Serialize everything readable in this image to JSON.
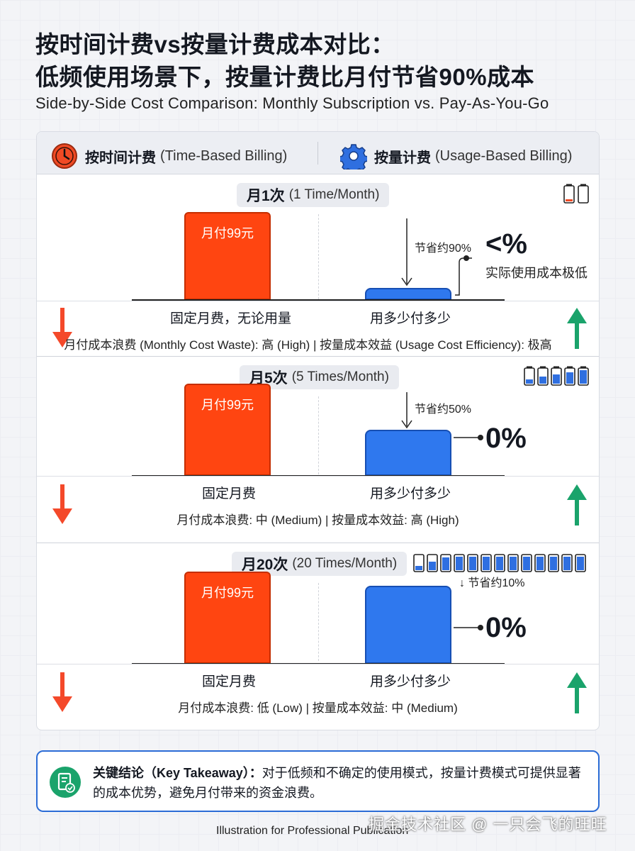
{
  "title_line1": "按时间计费vs按量计费成本对比：",
  "title_line2": "低频使用场景下，按量计费比月付节省90%成本",
  "subtitle": "Side-by-Side Cost Comparison: Monthly Subscription vs. Pay-As-You-Go",
  "header": {
    "time_based_cn": "按时间计费",
    "time_based_en": "(Time-Based Billing)",
    "usage_based_cn": "按量计费",
    "usage_based_en": "(Usage-Based Billing)",
    "time_icon": "clock-icon",
    "usage_icon": "gear-icon"
  },
  "sections": [
    {
      "freq_cn": "月1次",
      "freq_en": "(1 Time/Month)",
      "bar_label": "月付99元",
      "left_label": "固定月费，无论用量",
      "right_label": "用多少付多少",
      "saving_note": "节省约90%",
      "big_text": "<%",
      "extra_note": "实际使用成本极低",
      "summary": "月付成本浪费 (Monthly Cost Waste): 高 (High) | 按量成本效益 (Usage Cost Efficiency): 极高",
      "battery_count": 2,
      "usage_level": 0.1
    },
    {
      "freq_cn": "月5次",
      "freq_en": "(5 Times/Month)",
      "bar_label": "月付99元",
      "left_label": "固定月费",
      "right_label": "用多少付多少",
      "saving_note": "节省约50%",
      "big_text": "0%",
      "summary": "月付成本浪费: 中 (Medium) | 按量成本效益: 高 (High)",
      "battery_count": 5,
      "usage_level": 0.5
    },
    {
      "freq_cn": "月20次",
      "freq_en": "(20 Times/Month)",
      "bar_label": "月付99元",
      "left_label": "固定月费",
      "right_label": "用多少付多少",
      "saving_note": "↓ 节省约10%",
      "big_text": "0%",
      "summary": "月付成本浪费: 低 (Low) | 按量成本效益: 中 (Medium)",
      "battery_count": 13,
      "usage_level": 0.9
    }
  ],
  "takeaway": {
    "label": "关键结论（Key Takeaway）：",
    "text": "对于低频和不确定的使用模式，按量计费模式可提供显著的成本优势，避免月付带来的资金浪费。",
    "icon": "document-check-icon"
  },
  "footer": "Illustration for Professional Publication",
  "watermark": "掘金技术社区 @ 一只会飞的旺旺",
  "colors": {
    "red": "#ff4511",
    "blue": "#2f78ee",
    "green": "#1aa36b",
    "arrow_red": "#f4492a"
  }
}
